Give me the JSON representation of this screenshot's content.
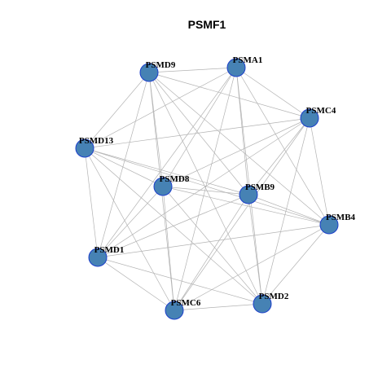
{
  "title": "PSMF1",
  "colors": {
    "node_fill": "#4682B4",
    "node_stroke": "#1C3FCB",
    "edge": "#B3B3B3",
    "label": "#000000"
  },
  "nodes": [
    {
      "id": "PSMD9",
      "label": "PSMD9"
    },
    {
      "id": "PSMA1",
      "label": "PSMA1"
    },
    {
      "id": "PSMC4",
      "label": "PSMC4"
    },
    {
      "id": "PSMD13",
      "label": "PSMD13"
    },
    {
      "id": "PSMD8",
      "label": "PSMD8"
    },
    {
      "id": "PSMB9",
      "label": "PSMB9"
    },
    {
      "id": "PSMB4",
      "label": "PSMB4"
    },
    {
      "id": "PSMD1",
      "label": "PSMD1"
    },
    {
      "id": "PSMC6",
      "label": "PSMC6"
    },
    {
      "id": "PSMD2",
      "label": "PSMD2"
    }
  ],
  "edges": [
    [
      "PSMD9",
      "PSMA1"
    ],
    [
      "PSMD9",
      "PSMC4"
    ],
    [
      "PSMD9",
      "PSMD13"
    ],
    [
      "PSMD9",
      "PSMD8"
    ],
    [
      "PSMD9",
      "PSMB9"
    ],
    [
      "PSMD9",
      "PSMB4"
    ],
    [
      "PSMD9",
      "PSMD1"
    ],
    [
      "PSMD9",
      "PSMC6"
    ],
    [
      "PSMD9",
      "PSMD2"
    ],
    [
      "PSMA1",
      "PSMC4"
    ],
    [
      "PSMA1",
      "PSMD8"
    ],
    [
      "PSMA1",
      "PSMB9"
    ],
    [
      "PSMA1",
      "PSMB4"
    ],
    [
      "PSMA1",
      "PSMD1"
    ],
    [
      "PSMA1",
      "PSMC6"
    ],
    [
      "PSMA1",
      "PSMD2"
    ],
    [
      "PSMA1",
      "PSMD13"
    ],
    [
      "PSMC4",
      "PSMD13"
    ],
    [
      "PSMC4",
      "PSMD8"
    ],
    [
      "PSMC4",
      "PSMB9"
    ],
    [
      "PSMC4",
      "PSMB4"
    ],
    [
      "PSMC4",
      "PSMD1"
    ],
    [
      "PSMC4",
      "PSMC6"
    ],
    [
      "PSMC4",
      "PSMD2"
    ],
    [
      "PSMD13",
      "PSMD8"
    ],
    [
      "PSMD13",
      "PSMB9"
    ],
    [
      "PSMD13",
      "PSMB4"
    ],
    [
      "PSMD13",
      "PSMD1"
    ],
    [
      "PSMD13",
      "PSMC6"
    ],
    [
      "PSMD13",
      "PSMD2"
    ],
    [
      "PSMD8",
      "PSMB9"
    ],
    [
      "PSMD8",
      "PSMB4"
    ],
    [
      "PSMD8",
      "PSMD1"
    ],
    [
      "PSMD8",
      "PSMC6"
    ],
    [
      "PSMD8",
      "PSMD2"
    ],
    [
      "PSMB9",
      "PSMB4"
    ],
    [
      "PSMB9",
      "PSMD1"
    ],
    [
      "PSMB9",
      "PSMC6"
    ],
    [
      "PSMB9",
      "PSMD2"
    ],
    [
      "PSMB4",
      "PSMD1"
    ],
    [
      "PSMB4",
      "PSMC6"
    ],
    [
      "PSMB4",
      "PSMD2"
    ],
    [
      "PSMD1",
      "PSMC6"
    ],
    [
      "PSMD1",
      "PSMD2"
    ],
    [
      "PSMC6",
      "PSMD2"
    ]
  ]
}
